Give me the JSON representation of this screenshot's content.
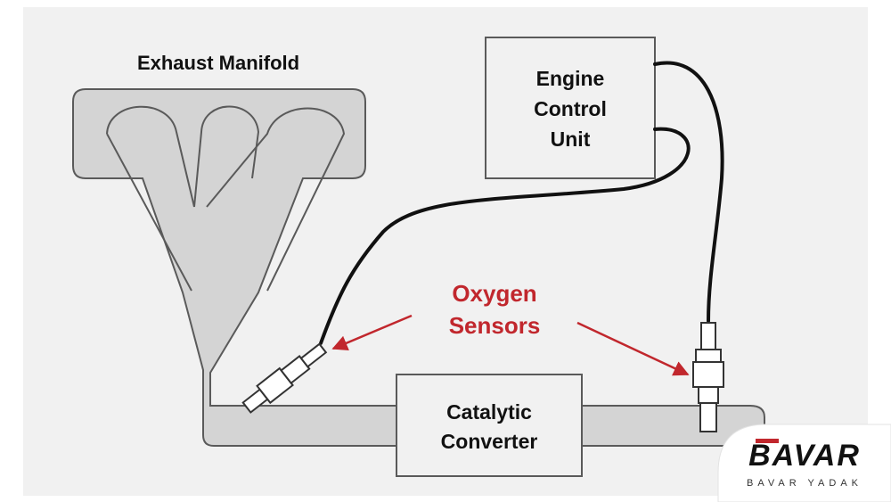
{
  "diagram": {
    "manifold_label": "Exhaust Manifold",
    "ecu_label": [
      "Engine",
      "Control",
      "Unit"
    ],
    "sensors_label": [
      "Oxygen",
      "Sensors"
    ],
    "converter_label": [
      "Catalytic",
      "Converter"
    ]
  },
  "logo": {
    "name": "BAVAR",
    "subtitle": "BAVAR YADAK"
  },
  "colors": {
    "background": "#f1f1f1",
    "part_fill": "#d4d4d4",
    "outline": "#5a5a5a",
    "wire": "#111111",
    "sensor_label": "#c1272d",
    "arrow": "#c1272d"
  }
}
